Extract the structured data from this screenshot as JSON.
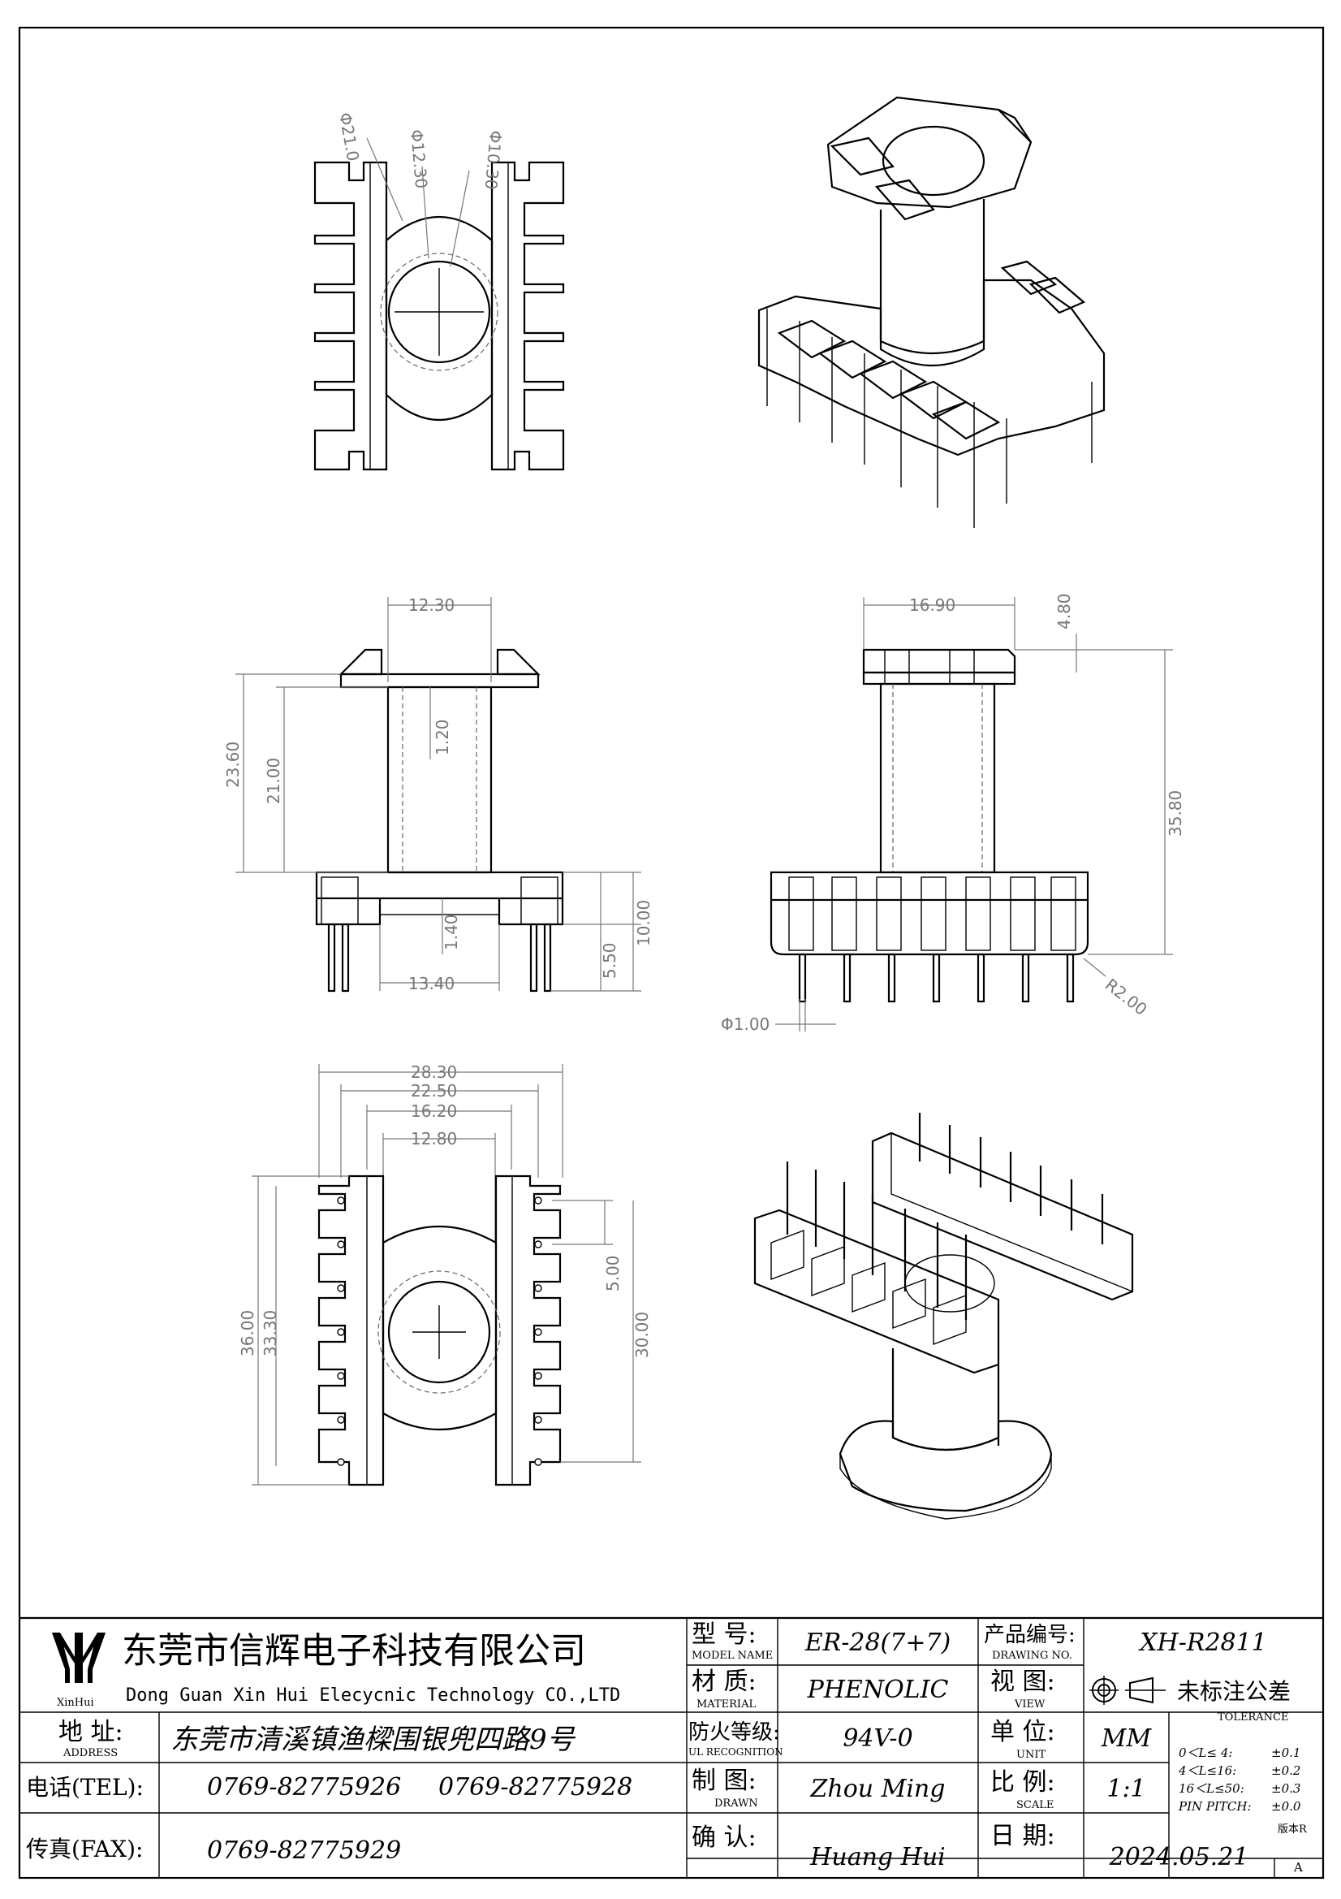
{
  "company": {
    "name_cn": "东莞市信辉电子科技有限公司",
    "name_en": "Dong Guan Xin Hui Elecycnic Technology CO.,LTD",
    "logo_text": "XinHui",
    "address_label": "地 址:",
    "address_label_en": "ADDRESS",
    "address": "东莞市清溪镇渔樑围银兜四路9号",
    "tel_label": "电话(TEL):",
    "tel1": "0769-82775926",
    "tel2": "0769-82775928",
    "fax_label": "传真(FAX):",
    "fax": "0769-82775929"
  },
  "fields": {
    "model_label": "型 号:",
    "model_label_en": "MODEL NAME",
    "model": "ER-28(7+7)",
    "material_label": "材 质:",
    "material_label_en": "MATERIAL",
    "material": "PHENOLIC",
    "flame_label": "防火等级:",
    "flame_label_en": "UL RECOGNITION",
    "flame": "94V-0",
    "drawn_label": "制 图:",
    "drawn_label_en": "DRAWN",
    "drawn": "Zhou Ming",
    "check_label": "确 认:",
    "check": "Huang Hui",
    "drawing_no_label": "产品编号:",
    "drawing_no_label_en": "DRAWING NO.",
    "drawing_no": "XH-R2811",
    "view_label": "视 图:",
    "view_label_en": "VIEW",
    "unit_label": "单 位:",
    "unit_label_en": "UNIT",
    "unit": "MM",
    "scale_label": "比 例:",
    "scale_label_en": "SCALE",
    "scale": "1:1",
    "date_label": "日 期:",
    "date": "2024.05.21",
    "version_label": "版本R",
    "version": "A"
  },
  "tolerance": {
    "title": "未标注公差",
    "title_en": "TOLERANCE",
    "rows": [
      {
        "range": "0＜L≤ 4:",
        "value": "±0.1"
      },
      {
        "range": "4＜L≤16:",
        "value": "±0.2"
      },
      {
        "range": "16＜L≤50:",
        "value": "±0.3"
      },
      {
        "range": "PIN PITCH:",
        "value": "±0.0"
      }
    ]
  },
  "dimensions": {
    "top_d1": "Φ21.0",
    "top_d2": "Φ12.30",
    "top_d3": "Φ10.30",
    "front_width_top": "12.30",
    "front_h1": "23.60",
    "front_h2": "21.00",
    "front_wall": "1.20",
    "front_flange": "1.40",
    "front_pin1": "5.50",
    "front_pin2": "10.00",
    "front_width_bottom": "13.40",
    "side_width": "16.90",
    "side_flange": "4.80",
    "side_height": "35.80",
    "side_radius": "R2.00",
    "pin_dia": "Φ1.00",
    "bottom_w1": "28.30",
    "bottom_w2": "22.50",
    "bottom_w3": "16.20",
    "bottom_w4": "12.80",
    "bottom_h1": "36.00",
    "bottom_h2": "33.30",
    "bottom_pitch": "5.00",
    "bottom_span": "30.00"
  }
}
